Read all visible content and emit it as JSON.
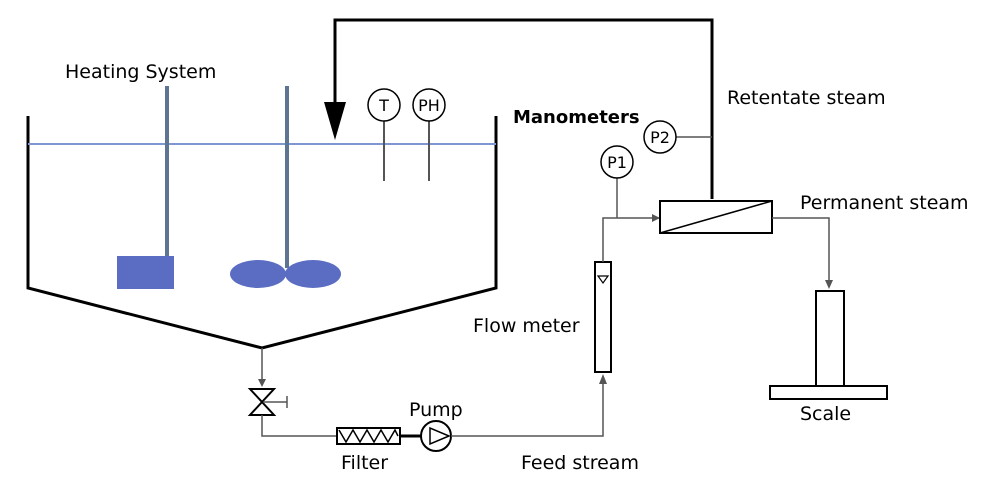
{
  "labels": {
    "heating_system": "Heating System",
    "manometers": "Manometers",
    "retentate": "Retentate steam",
    "permanent": "Permanent steam",
    "flow_meter": "Flow meter",
    "pump": "Pump",
    "filter": "Filter",
    "feed": "Feed stream",
    "scale": "Scale"
  },
  "gauges": {
    "temperature": "T",
    "ph": "PH",
    "p1": "P1",
    "p2": "P2"
  },
  "colors": {
    "line": "#000000",
    "fill_blue": "#5b6dc2",
    "shaft": "#5d7593",
    "liquid_line": "#7f96d4",
    "pipe_gray": "#555555"
  }
}
